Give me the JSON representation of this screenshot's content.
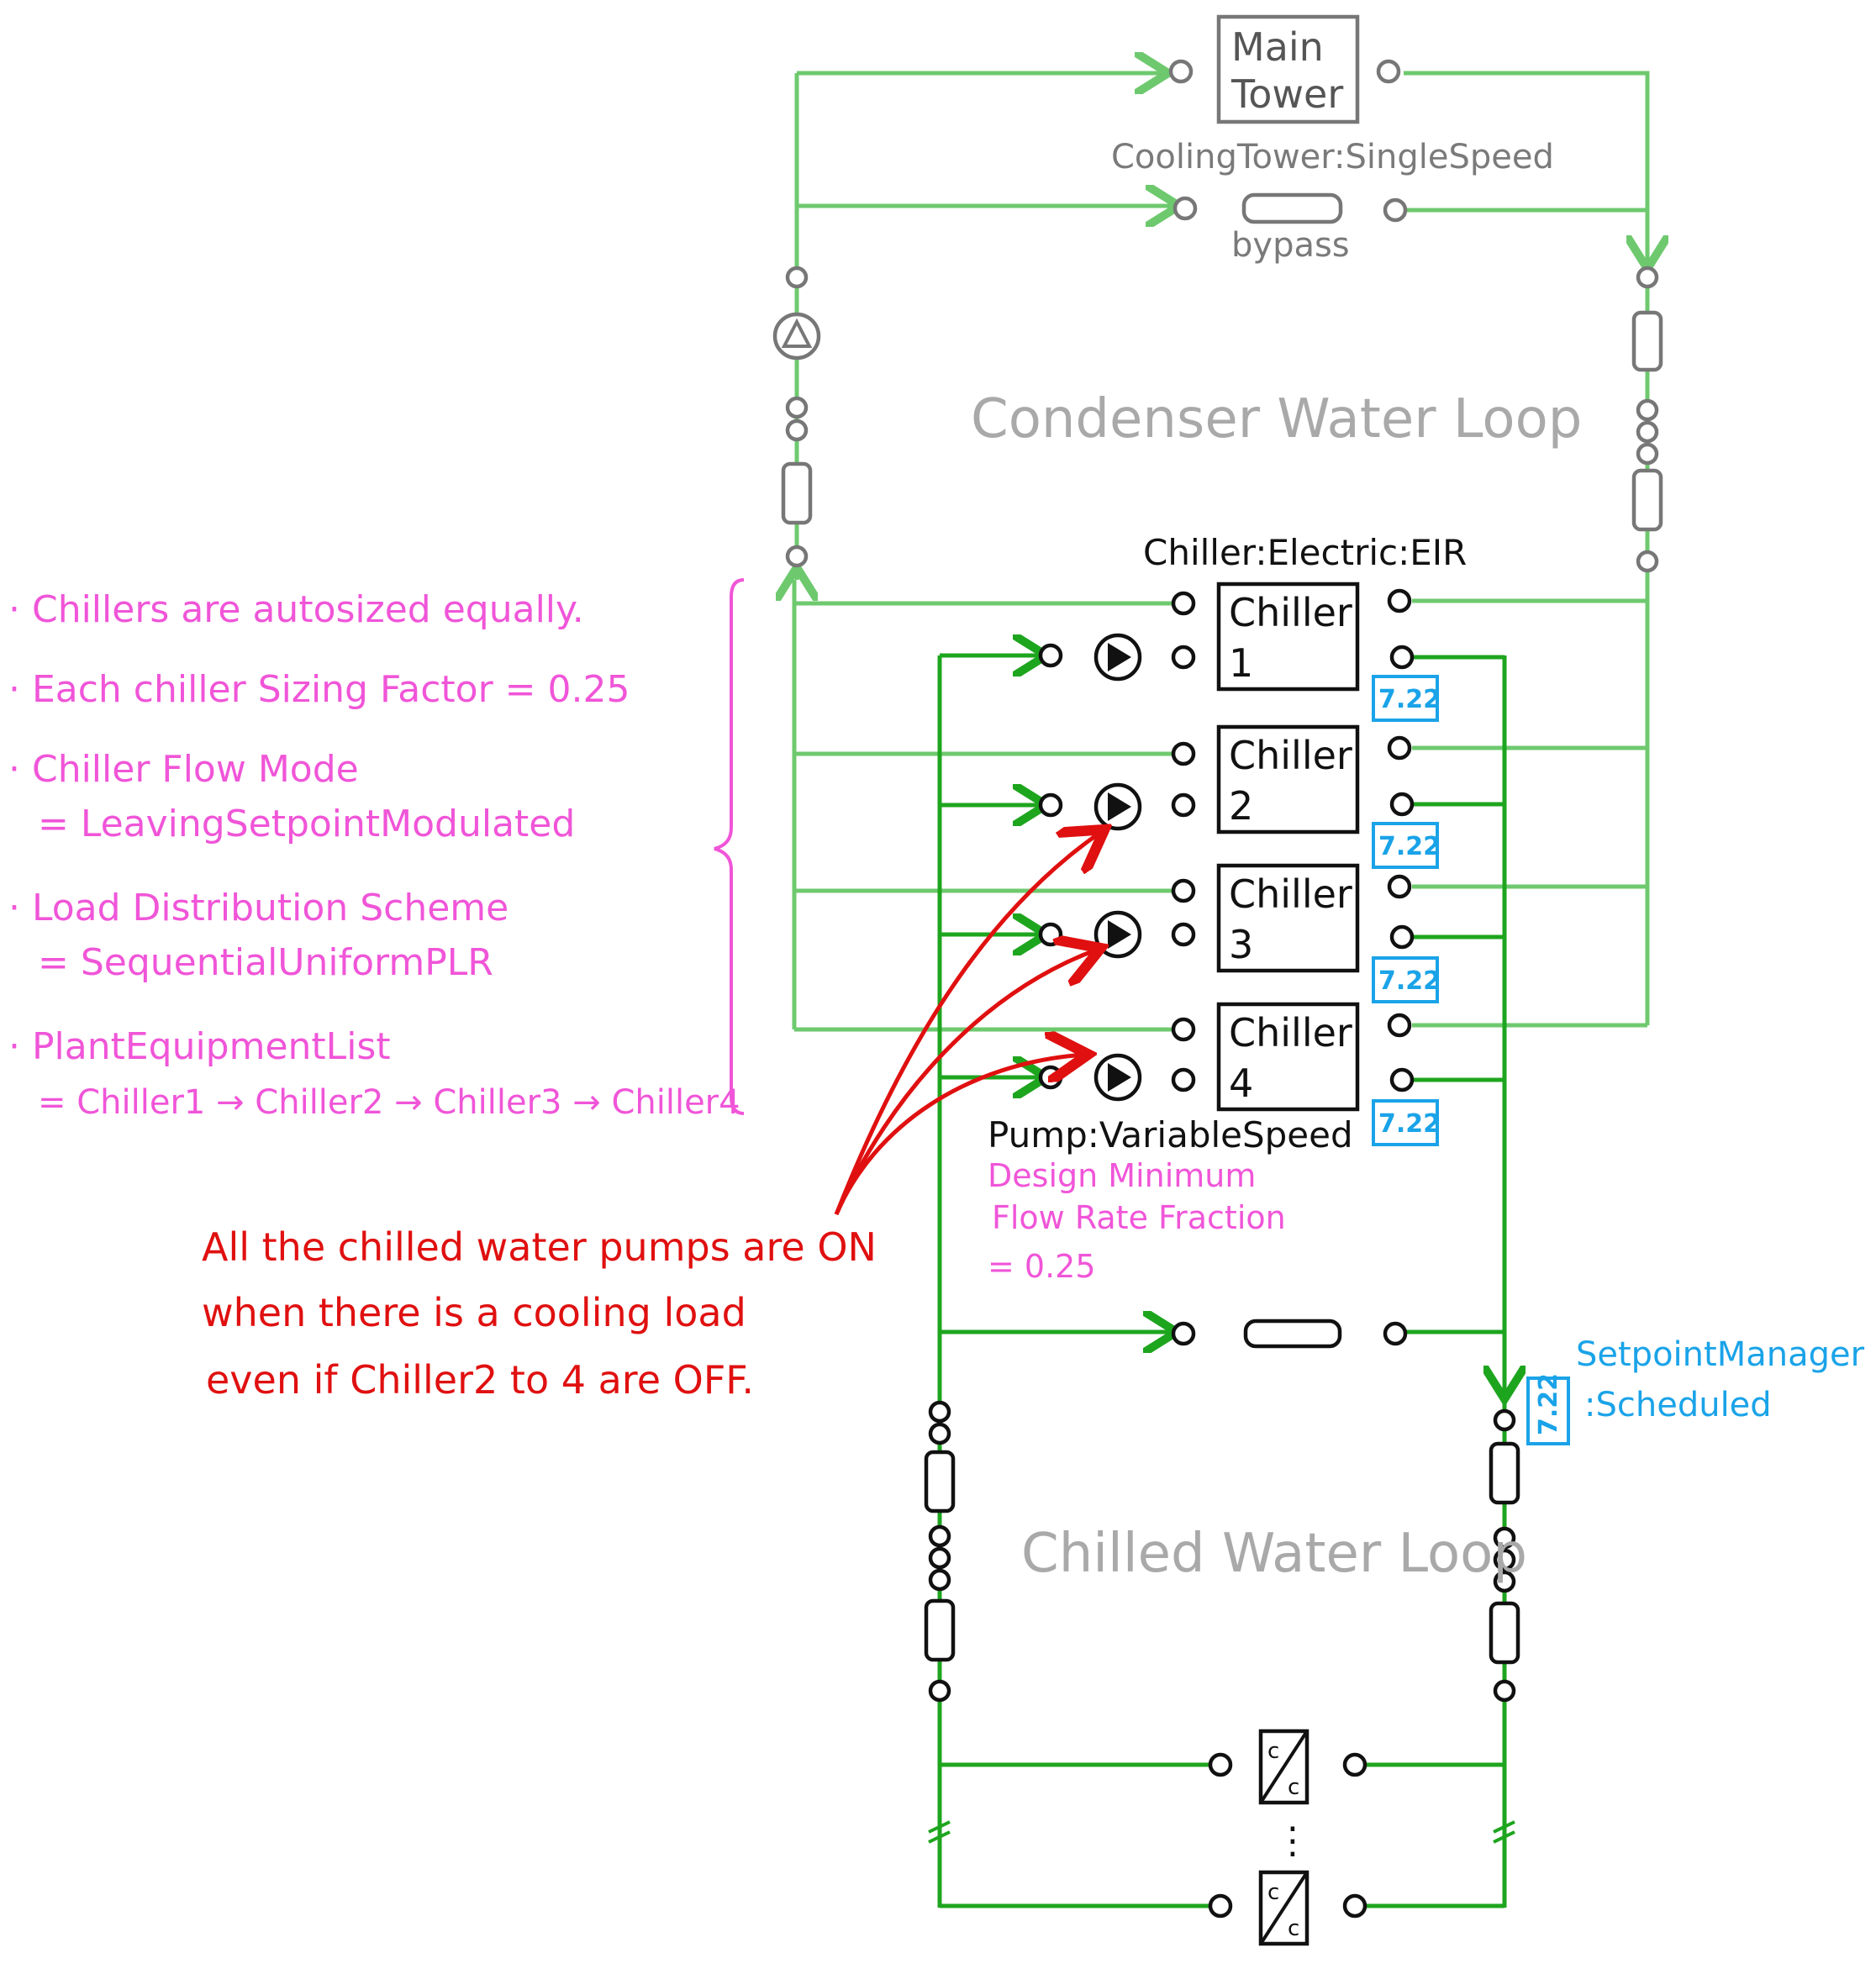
{
  "colors": {
    "condenser_loop": "#6ec96e",
    "chilled_loop": "#1ea51e",
    "note_pink": "#f055d8",
    "note_red": "#e01010",
    "setpoint_blue": "#1aa3e8",
    "loop_title_gray": "#a9a9a9"
  },
  "condenser_loop": {
    "title": "Condenser Water Loop",
    "tower_label_line1": "Main",
    "tower_label_line2": "Tower",
    "tower_type": "CoolingTower:SingleSpeed",
    "bypass_label": "bypass"
  },
  "chiller_type": "Chiller:Electric:EIR",
  "chillers": [
    {
      "line1": "Chiller",
      "line2": "1",
      "setpoint": "7.22"
    },
    {
      "line1": "Chiller",
      "line2": "2",
      "setpoint": "7.22"
    },
    {
      "line1": "Chiller",
      "line2": "3",
      "setpoint": "7.22"
    },
    {
      "line1": "Chiller",
      "line2": "4",
      "setpoint": "7.22"
    }
  ],
  "pump": {
    "type": "Pump:VariableSpeed",
    "note_line1": "Design Minimum",
    "note_line2": "Flow Rate Fraction",
    "note_line3": "= 0.25"
  },
  "notes": [
    {
      "line1": "· Chillers are autosized equally.",
      "line2": ""
    },
    {
      "line1": "· Each chiller Sizing Factor = 0.25",
      "line2": ""
    },
    {
      "line1": "· Chiller Flow Mode",
      "line2": "= LeavingSetpointModulated"
    },
    {
      "line1": "· Load Distribution Scheme",
      "line2": "= SequentialUniformPLR"
    },
    {
      "line1": "· PlantEquipmentList",
      "line2": "= Chiller1 → Chiller2 → Chiller3 → Chiller4"
    }
  ],
  "red_note": {
    "line1": "All the chilled water pumps are ON",
    "line2": "when there is a cooling load",
    "line3": "even if Chiller2 to 4 are OFF."
  },
  "setpoint_manager": {
    "line1": "SetpointManager",
    "line2": ":Scheduled",
    "value": "7.22"
  },
  "chilled_loop": {
    "title": "Chilled Water Loop",
    "coil_label": "c/c",
    "ellipsis": "⋮"
  }
}
